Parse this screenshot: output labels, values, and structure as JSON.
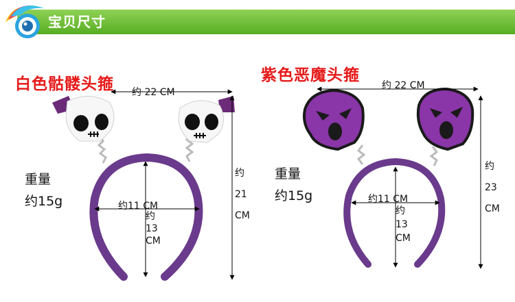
{
  "header": {
    "title": "宝贝尺寸"
  },
  "products": [
    {
      "name": "白色骷髅头箍",
      "weight_label": "重量",
      "weight_value": "约15g",
      "width_label": "约 22 CM",
      "inner_width_label": "约11 CM",
      "inner_height_label": [
        "约",
        "13",
        "CM"
      ],
      "height_label": [
        "约",
        "21",
        "CM"
      ]
    },
    {
      "name": "紫色恶魔头箍",
      "weight_label": "重量",
      "weight_value": "约15g",
      "width_label": "约 22 CM",
      "inner_width_label": "约11 CM",
      "inner_height_label": [
        "约",
        "13",
        "CM"
      ],
      "height_label": [
        "约",
        "23",
        "CM"
      ]
    }
  ],
  "colors": {
    "banner": "#6cc033",
    "heading": "#e61a1a",
    "band": "#6a3a8c",
    "devil": "#8a35a8"
  }
}
